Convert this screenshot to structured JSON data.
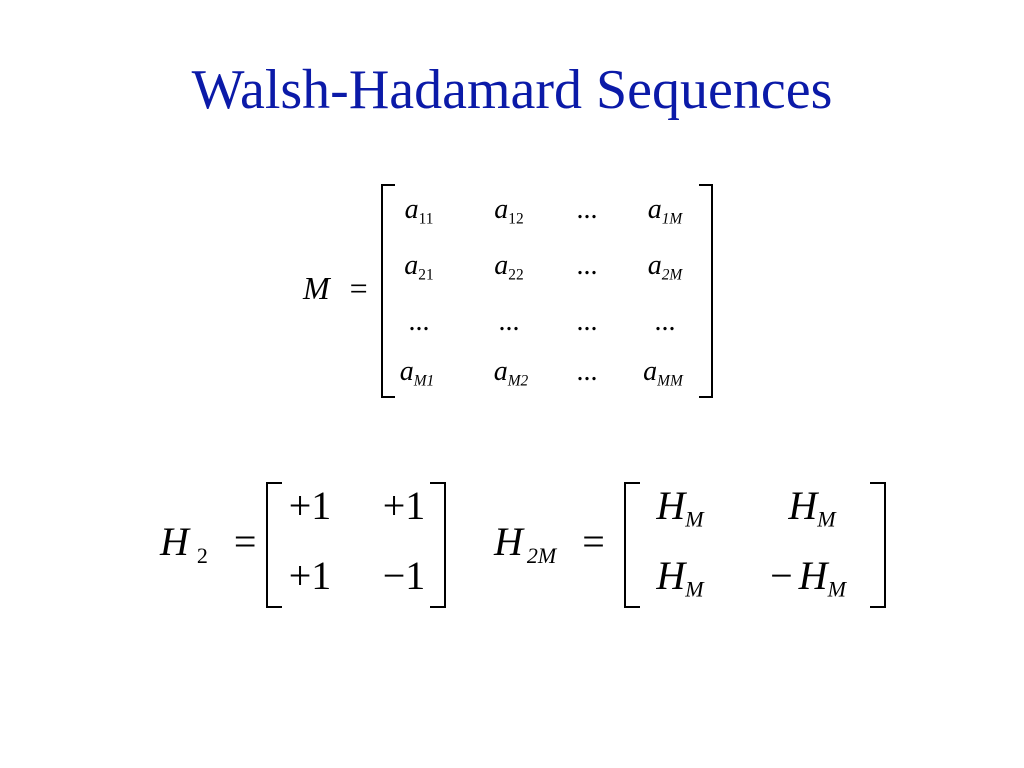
{
  "slide": {
    "title": "Walsh-Hadamard Sequences",
    "title_color": "#0b1aa8"
  },
  "matrix_m": {
    "lhs_symbol": "M",
    "equals": "=",
    "rows": [
      [
        {
          "base": "a",
          "sub": "11"
        },
        {
          "base": "a",
          "sub": "12"
        },
        {
          "base": "...",
          "sub": ""
        },
        {
          "base": "a",
          "sub": "1M"
        }
      ],
      [
        {
          "base": "a",
          "sub": "21"
        },
        {
          "base": "a",
          "sub": "22"
        },
        {
          "base": "...",
          "sub": ""
        },
        {
          "base": "a",
          "sub": "2M"
        }
      ],
      [
        {
          "base": "...",
          "sub": ""
        },
        {
          "base": "...",
          "sub": ""
        },
        {
          "base": "...",
          "sub": ""
        },
        {
          "base": "...",
          "sub": ""
        }
      ],
      [
        {
          "base": "a",
          "sub": "M1"
        },
        {
          "base": "a",
          "sub": "M2"
        },
        {
          "base": "...",
          "sub": ""
        },
        {
          "base": "a",
          "sub": "MM"
        }
      ]
    ]
  },
  "matrix_h2": {
    "lhs_symbol": "H",
    "lhs_sub": "2",
    "equals": "=",
    "rows": [
      [
        "+1",
        "+1"
      ],
      [
        "+1",
        "−1"
      ]
    ]
  },
  "matrix_h2m": {
    "lhs_symbol": "H",
    "lhs_sub": "2M",
    "equals": "=",
    "rows": [
      [
        {
          "sign": "",
          "base": "H",
          "sub": "M"
        },
        {
          "sign": "",
          "base": "H",
          "sub": "M"
        }
      ],
      [
        {
          "sign": "",
          "base": "H",
          "sub": "M"
        },
        {
          "sign": "−",
          "base": "H",
          "sub": "M"
        }
      ]
    ]
  }
}
